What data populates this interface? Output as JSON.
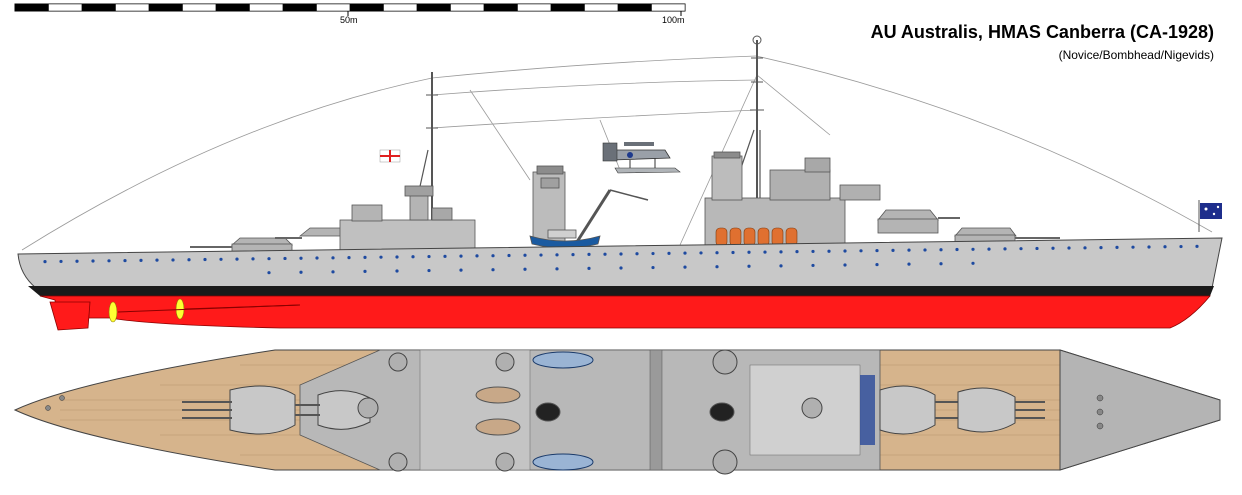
{
  "title": "AU Australis, HMAS Canberra (CA-1928)",
  "credits": "(Novice/Bombhead/Nigevids)",
  "scale_bar": {
    "labels": [
      "50m",
      "100m"
    ],
    "colors": {
      "dark": "#000000",
      "light": "#ffffff"
    }
  },
  "colors": {
    "hull_grey": "#c8c8c8",
    "superstructure_grey": "#b4b4b4",
    "dark_grey": "#8c8c8c",
    "boot_top": "#1a1a1a",
    "antifouling_red": "#ff1a1a",
    "deck_wood": "#d6b48c",
    "porthole_blue": "#1e4aa0",
    "propeller_yellow": "#ffff32",
    "boat_orange": "#e07030",
    "launch_blue": "#1a5aa0"
  },
  "icons": [
    "naval-ensign-icon",
    "australian-flag-icon",
    "seaplane-icon"
  ]
}
